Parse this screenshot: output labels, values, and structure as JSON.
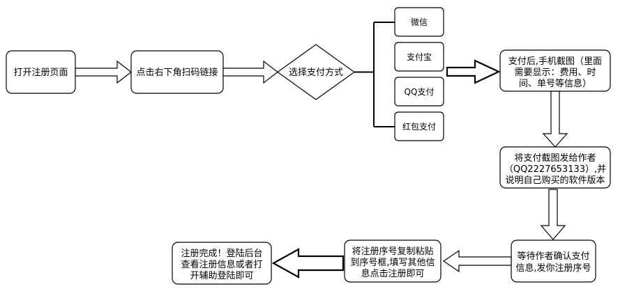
{
  "steps": {
    "open_register": "打开注册页面",
    "scan_code": "点击右下角扫码链接",
    "choose_payment": "选择支付方式",
    "screenshot": [
      "支付后,手机截图（里面",
      "需要显示：费用、时",
      "间、单号等信息）"
    ],
    "send_author": [
      "将支付截图发给作者",
      "（QQ2227653133）,并",
      "说明自己购买的软件版本"
    ],
    "wait_confirm": [
      "等待作者确认支付",
      "信息,发你注册序号"
    ],
    "paste_serial": [
      "将注册序号复制粘贴",
      "到序号框,填写其他信",
      "息点击注册即可"
    ],
    "done": [
      "注册完成！登陆后台",
      "查看注册信息或者打",
      "开辅助登陆即可"
    ]
  },
  "payment_options": [
    "微信",
    "支付宝",
    "QQ支付",
    "红包支付"
  ]
}
